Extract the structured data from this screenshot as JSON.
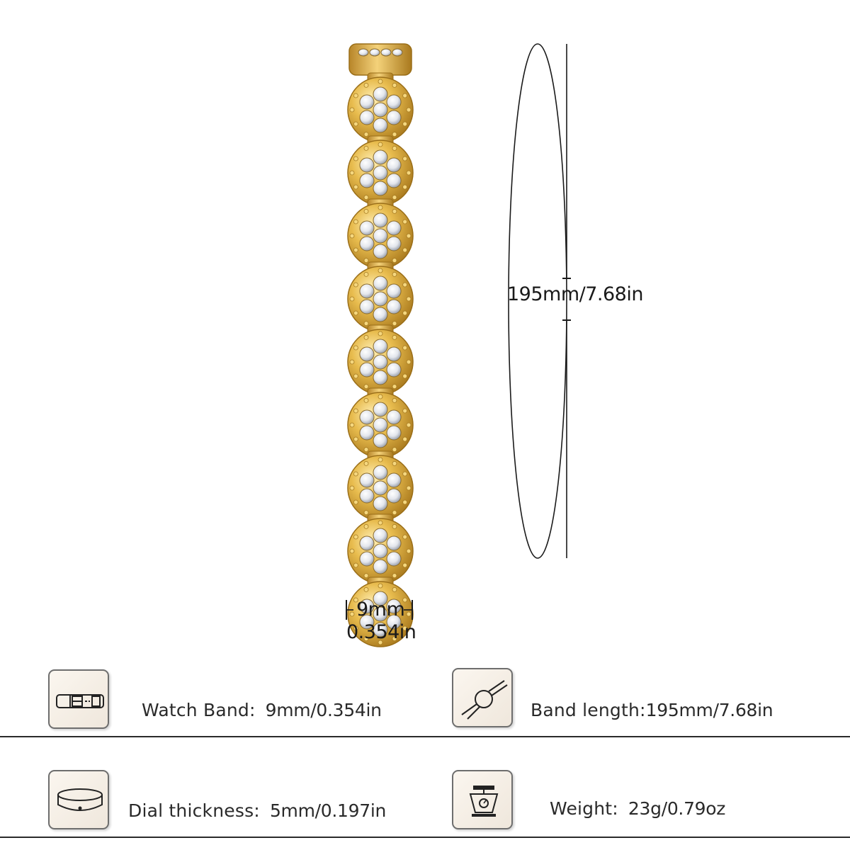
{
  "product": {
    "length_label": "195mm/7.68in",
    "width_label_mm": "9mm",
    "width_label_in": "0.354in",
    "link_count": 9,
    "colors": {
      "gold": "#e2b442",
      "gold_dark": "#a9791d",
      "stone": "#f4f5f8",
      "stone_shadow": "#9aa0aa",
      "line": "#1a1a1a"
    }
  },
  "specs": [
    {
      "icon": "watch-band-icon",
      "label": "Watch Band:",
      "value": "9mm/0.354in"
    },
    {
      "icon": "band-length-icon",
      "label": "Band length:",
      "value": "195mm/7.68in"
    },
    {
      "icon": "dial-thickness-icon",
      "label": "Dial thickness:",
      "value": "5mm/0.197in"
    },
    {
      "icon": "weight-scale-icon",
      "label": "Weight:",
      "value": "23g/0.79oz"
    }
  ]
}
